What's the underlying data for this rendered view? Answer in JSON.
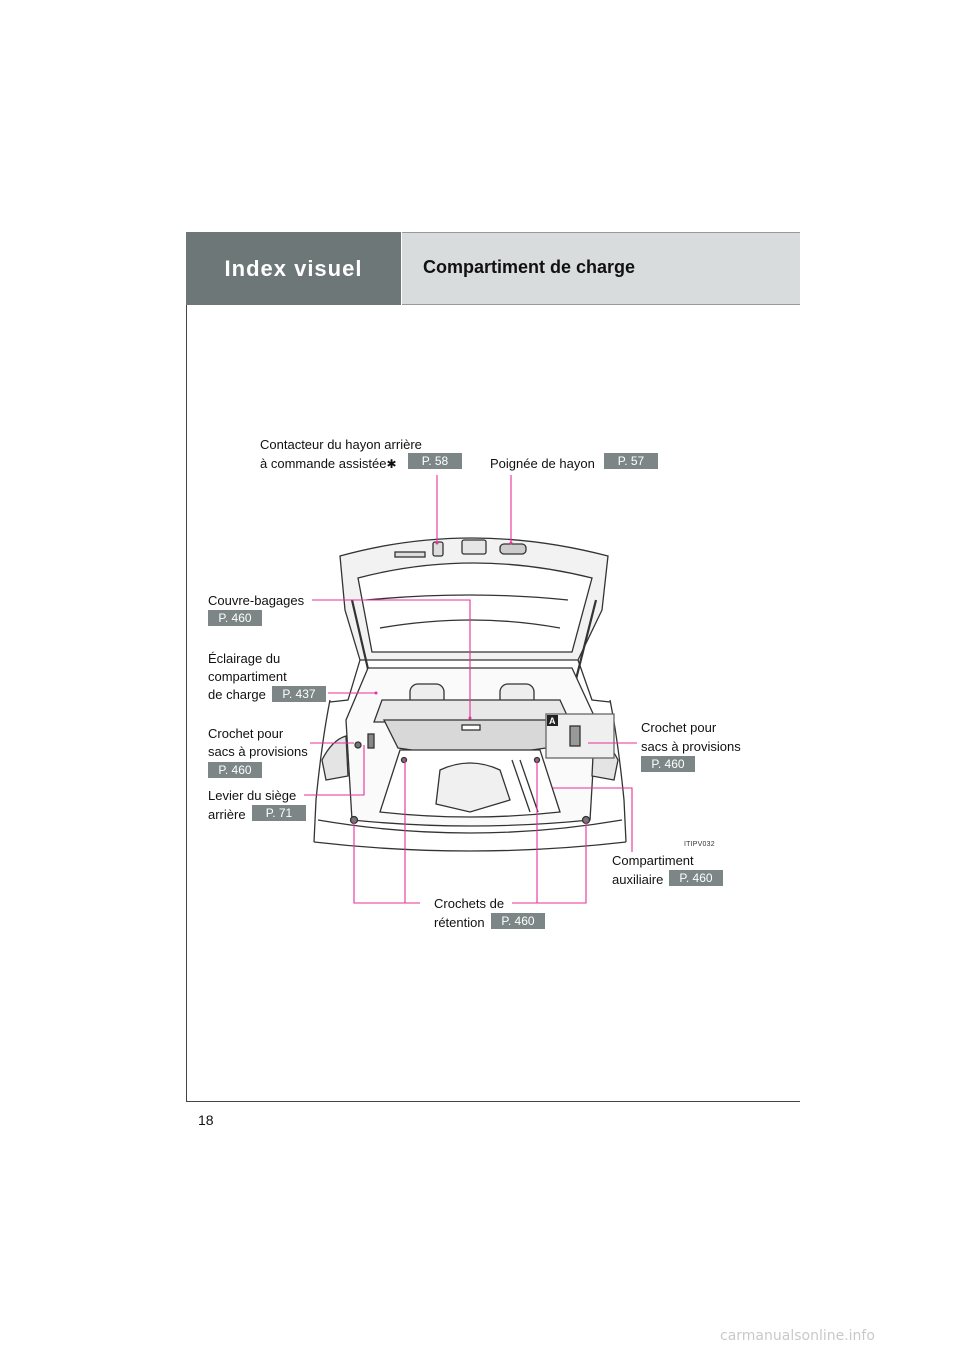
{
  "header": {
    "section": "Index visuel",
    "title": "Compartiment de charge"
  },
  "page_number": "18",
  "figure_code": "ITIPV032",
  "inset_marker": "A",
  "callouts": {
    "power_switch": {
      "line1": "Contacteur du hayon arrière",
      "line2": "à commande assistée",
      "asterisk": "✱",
      "ref": "P. 58"
    },
    "handle": {
      "label": "Poignée de hayon",
      "ref": "P. 57"
    },
    "tonneau": {
      "label": "Couvre-bagages",
      "ref": "P. 460"
    },
    "light": {
      "line1": "Éclairage du",
      "line2": "compartiment",
      "line3": "de charge",
      "ref": "P. 437"
    },
    "hook_left": {
      "line1": "Crochet pour",
      "line2": "sacs à provisions",
      "ref": "P. 460"
    },
    "seat_lever": {
      "line1": "Levier du siège",
      "line2": "arrière",
      "ref": "P. 71"
    },
    "hook_right": {
      "line1": "Crochet pour",
      "line2": "sacs à provisions",
      "ref": "P. 460"
    },
    "aux": {
      "line1": "Compartiment",
      "line2": "auxiliaire",
      "ref": "P. 460"
    },
    "tie_down": {
      "line1": "Crochets de",
      "line2": "rétention",
      "ref": "P. 460"
    }
  },
  "watermark": "carmanualsonline.info"
}
